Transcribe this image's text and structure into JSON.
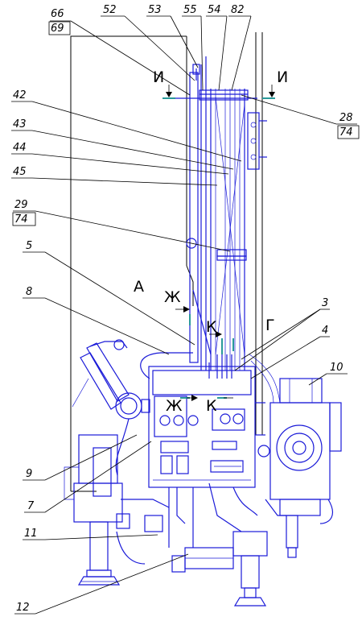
{
  "callouts": {
    "c66": "66",
    "c69": "69",
    "c52": "52",
    "c53": "53",
    "c55": "55",
    "c54": "54",
    "c82": "82",
    "c42": "42",
    "c43": "43",
    "c44": "44",
    "c45": "45",
    "c29": "29",
    "c74a": "74",
    "c5": "5",
    "c8": "8",
    "c28": "28",
    "c74b": "74",
    "c3": "3",
    "c4": "4",
    "c10": "10",
    "c9": "9",
    "c7": "7",
    "c11": "11",
    "c12": "12"
  },
  "sections": {
    "i_left": "И",
    "i_right": "И",
    "a": "А",
    "zh_top": "Ж",
    "k_top": "К",
    "g": "Г",
    "zh_mid": "Ж",
    "k_mid": "К"
  },
  "colors": {
    "drawing": "#1a1ad8",
    "section_mark": "#2a9a9a",
    "text": "#000000"
  }
}
